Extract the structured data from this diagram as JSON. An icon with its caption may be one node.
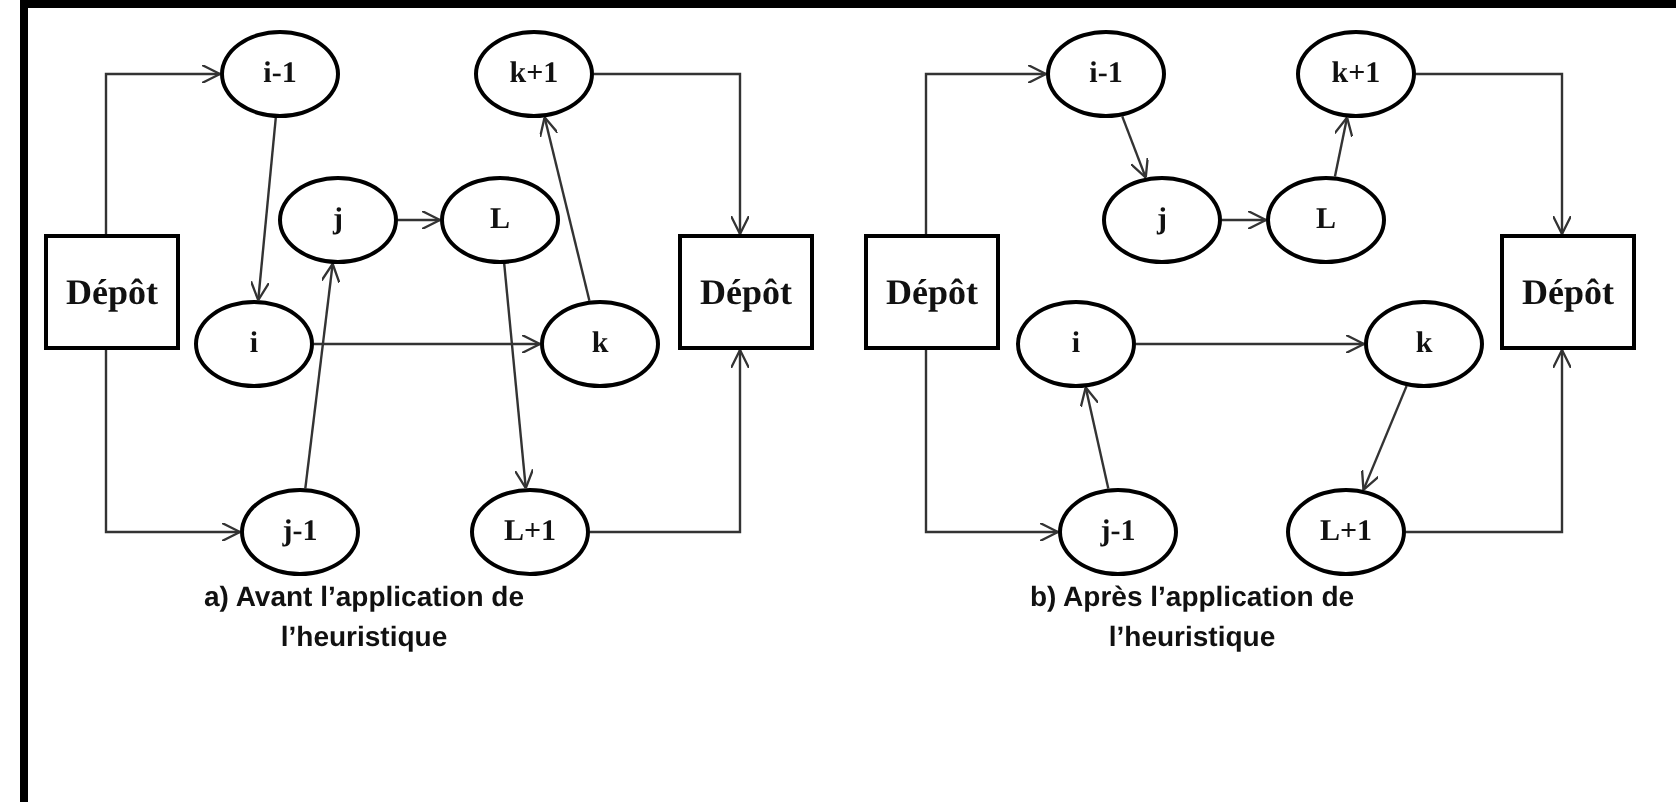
{
  "diagram": {
    "nodes": [
      {
        "text": [
          "Dépôt"
        ]
      },
      {
        "text": [
          "i-1"
        ]
      },
      {
        "text": [
          "k+1"
        ]
      },
      {
        "text": [
          "j"
        ]
      },
      {
        "text": [
          "L"
        ]
      },
      {
        "text": [
          "i"
        ]
      },
      {
        "text": [
          "k"
        ]
      },
      {
        "text": [
          "Dépôt"
        ]
      },
      {
        "text": [
          "j-1"
        ]
      },
      {
        "text": [
          "L+1"
        ]
      },
      {
        "text": [
          "Dépôt"
        ]
      },
      {
        "text": [
          "i-1"
        ]
      },
      {
        "text": [
          "k+1"
        ]
      },
      {
        "text": [
          "j"
        ]
      },
      {
        "text": [
          "L"
        ]
      },
      {
        "text": [
          "i"
        ]
      },
      {
        "text": [
          "k"
        ]
      },
      {
        "text": [
          "Dépôt"
        ]
      },
      {
        "text": [
          "j-1"
        ]
      },
      {
        "text": [
          "L+1"
        ]
      }
    ],
    "edges": [
      {
        "from": 0,
        "to": 1,
        "arrow": "to"
      },
      {
        "from": 1,
        "to": 5,
        "arrow": "to"
      },
      {
        "from": 5,
        "to": 6,
        "arrow": "to"
      },
      {
        "from": 0,
        "to": 8,
        "arrow": "to"
      },
      {
        "from": 8,
        "to": 3,
        "arrow": "to"
      },
      {
        "from": 3,
        "to": 4,
        "arrow": "to"
      },
      {
        "from": 4,
        "to": 9,
        "arrow": "to"
      },
      {
        "from": 6,
        "to": 2,
        "arrow": "to"
      },
      {
        "from": 2,
        "to": 7,
        "arrow": "to"
      },
      {
        "from": 9,
        "to": 7,
        "arrow": "to"
      },
      {
        "from": 10,
        "to": 11,
        "arrow": "to"
      },
      {
        "from": 11,
        "to": 13,
        "arrow": "to"
      },
      {
        "from": 13,
        "to": 14,
        "arrow": "to"
      },
      {
        "from": 14,
        "to": 12,
        "arrow": "to"
      },
      {
        "from": 12,
        "to": 17,
        "arrow": "to"
      },
      {
        "from": 10,
        "to": 18,
        "arrow": "to"
      },
      {
        "from": 18,
        "to": 15,
        "arrow": "to"
      },
      {
        "from": 15,
        "to": 16,
        "arrow": "to"
      },
      {
        "from": 16,
        "to": 19,
        "arrow": "to"
      },
      {
        "from": 19,
        "to": 17,
        "arrow": "to"
      }
    ],
    "labels": [
      "a) Avant l’application de l’heuristique",
      "b) Après l’application de l’heuristique"
    ]
  }
}
